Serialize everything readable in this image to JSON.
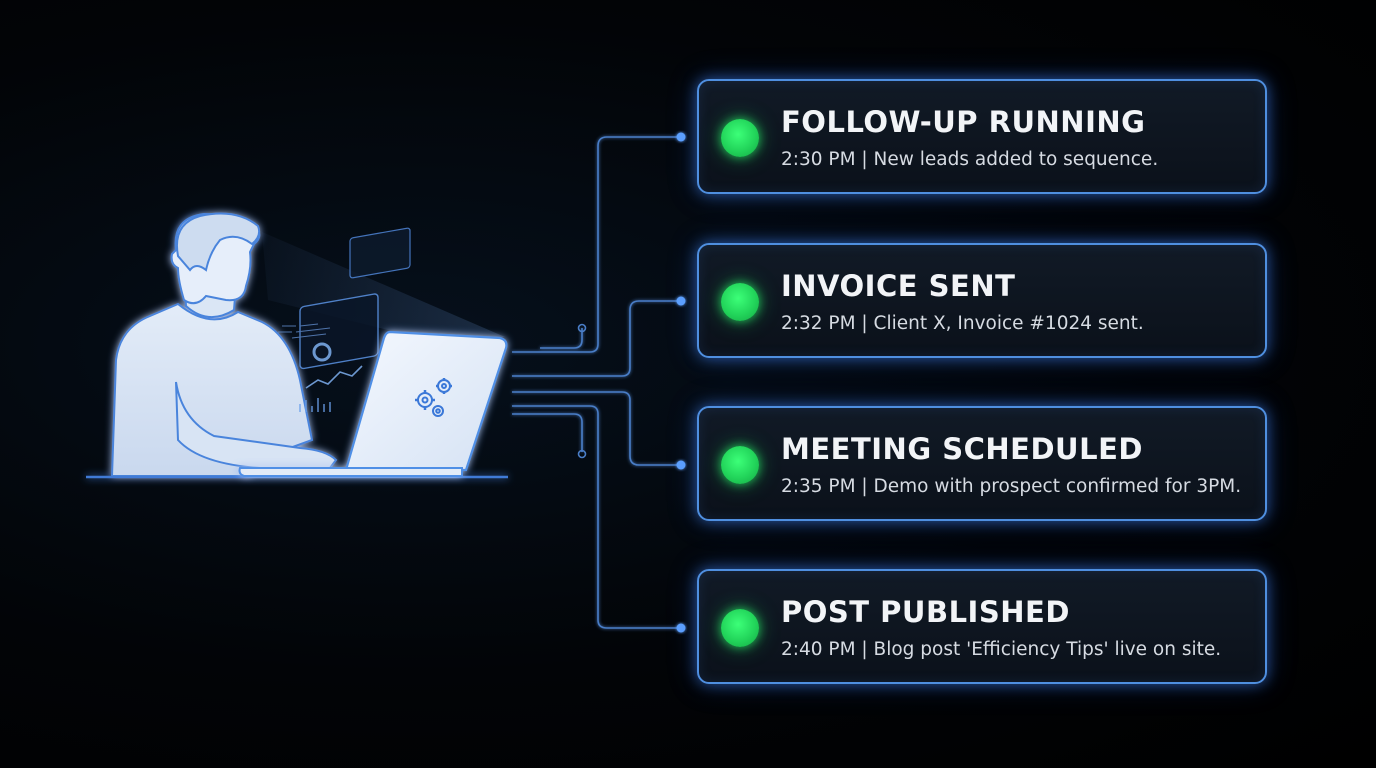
{
  "events": [
    {
      "title": "FOLLOW-UP RUNNING",
      "detail": "2:30 PM | New leads added to sequence.",
      "status_color": "#2fe86a"
    },
    {
      "title": "INVOICE SENT",
      "detail": "2:32 PM | Client X, Invoice #1024 sent.",
      "status_color": "#2fe86a"
    },
    {
      "title": "MEETING SCHEDULED",
      "detail": "2:35 PM | Demo with prospect confirmed for 3PM.",
      "status_color": "#2fe86a"
    },
    {
      "title": "POST PUBLISHED",
      "detail": "2:40 PM | Blog post 'Efficiency Tips' live on site.",
      "status_color": "#2fe86a"
    }
  ],
  "illustration": {
    "subject": "person-at-laptop-icon",
    "laptop_logo": "gears-icon"
  },
  "colors": {
    "accent": "#4f8fe0",
    "glow": "#5aa0ff",
    "status": "#2fe86a",
    "background": "#000000"
  }
}
